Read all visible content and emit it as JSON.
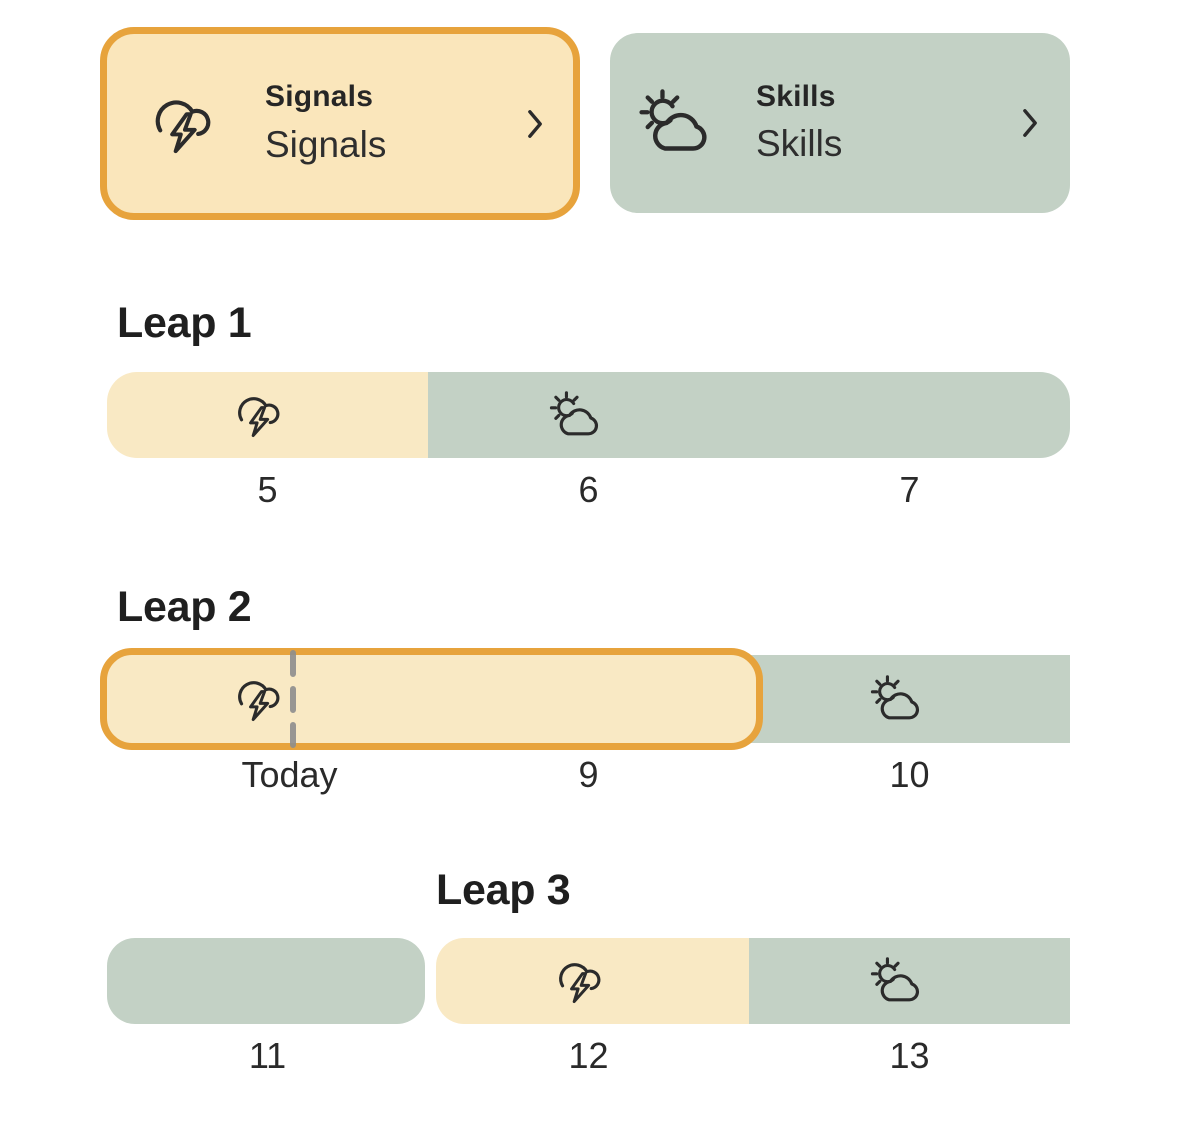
{
  "view_toggle": {
    "signals_card": {
      "title": "Signals",
      "subtitle": "Signals",
      "icon": "storm-cloud-icon",
      "selected": true
    },
    "skills_card": {
      "title": "Skills",
      "subtitle": "Skills",
      "icon": "sun-behind-cloud-icon",
      "selected": false
    }
  },
  "timeline": {
    "leaps": [
      {
        "title": "Leap 1",
        "week_labels": [
          "5",
          "6",
          "7"
        ],
        "segments": [
          "signals",
          "skills",
          "skills"
        ]
      },
      {
        "title": "Leap 2",
        "week_labels": [
          "Today",
          "9",
          "10"
        ],
        "segments": [
          "signals-highlighted",
          "signals-highlighted",
          "skills"
        ],
        "today_marker": true
      },
      {
        "title": "Leap 3",
        "week_labels": [
          "11",
          "12",
          "13"
        ],
        "segments": [
          "previous-skills",
          "signals",
          "skills"
        ]
      }
    ]
  },
  "icons": {
    "signals": "storm-cloud-icon",
    "skills": "sun-behind-cloud-icon",
    "card_arrow": "chevron-right-icon",
    "today": "dashed-today-marker"
  },
  "colors": {
    "signals_fill": "#F9E9C4",
    "signals_card_fill": "#FAE6BB",
    "skills_fill": "#C3D1C5",
    "highlight_border": "#E7A33C",
    "text": "#262626",
    "today_dash": "#8E8E8E",
    "background": "#FFFFFF"
  }
}
